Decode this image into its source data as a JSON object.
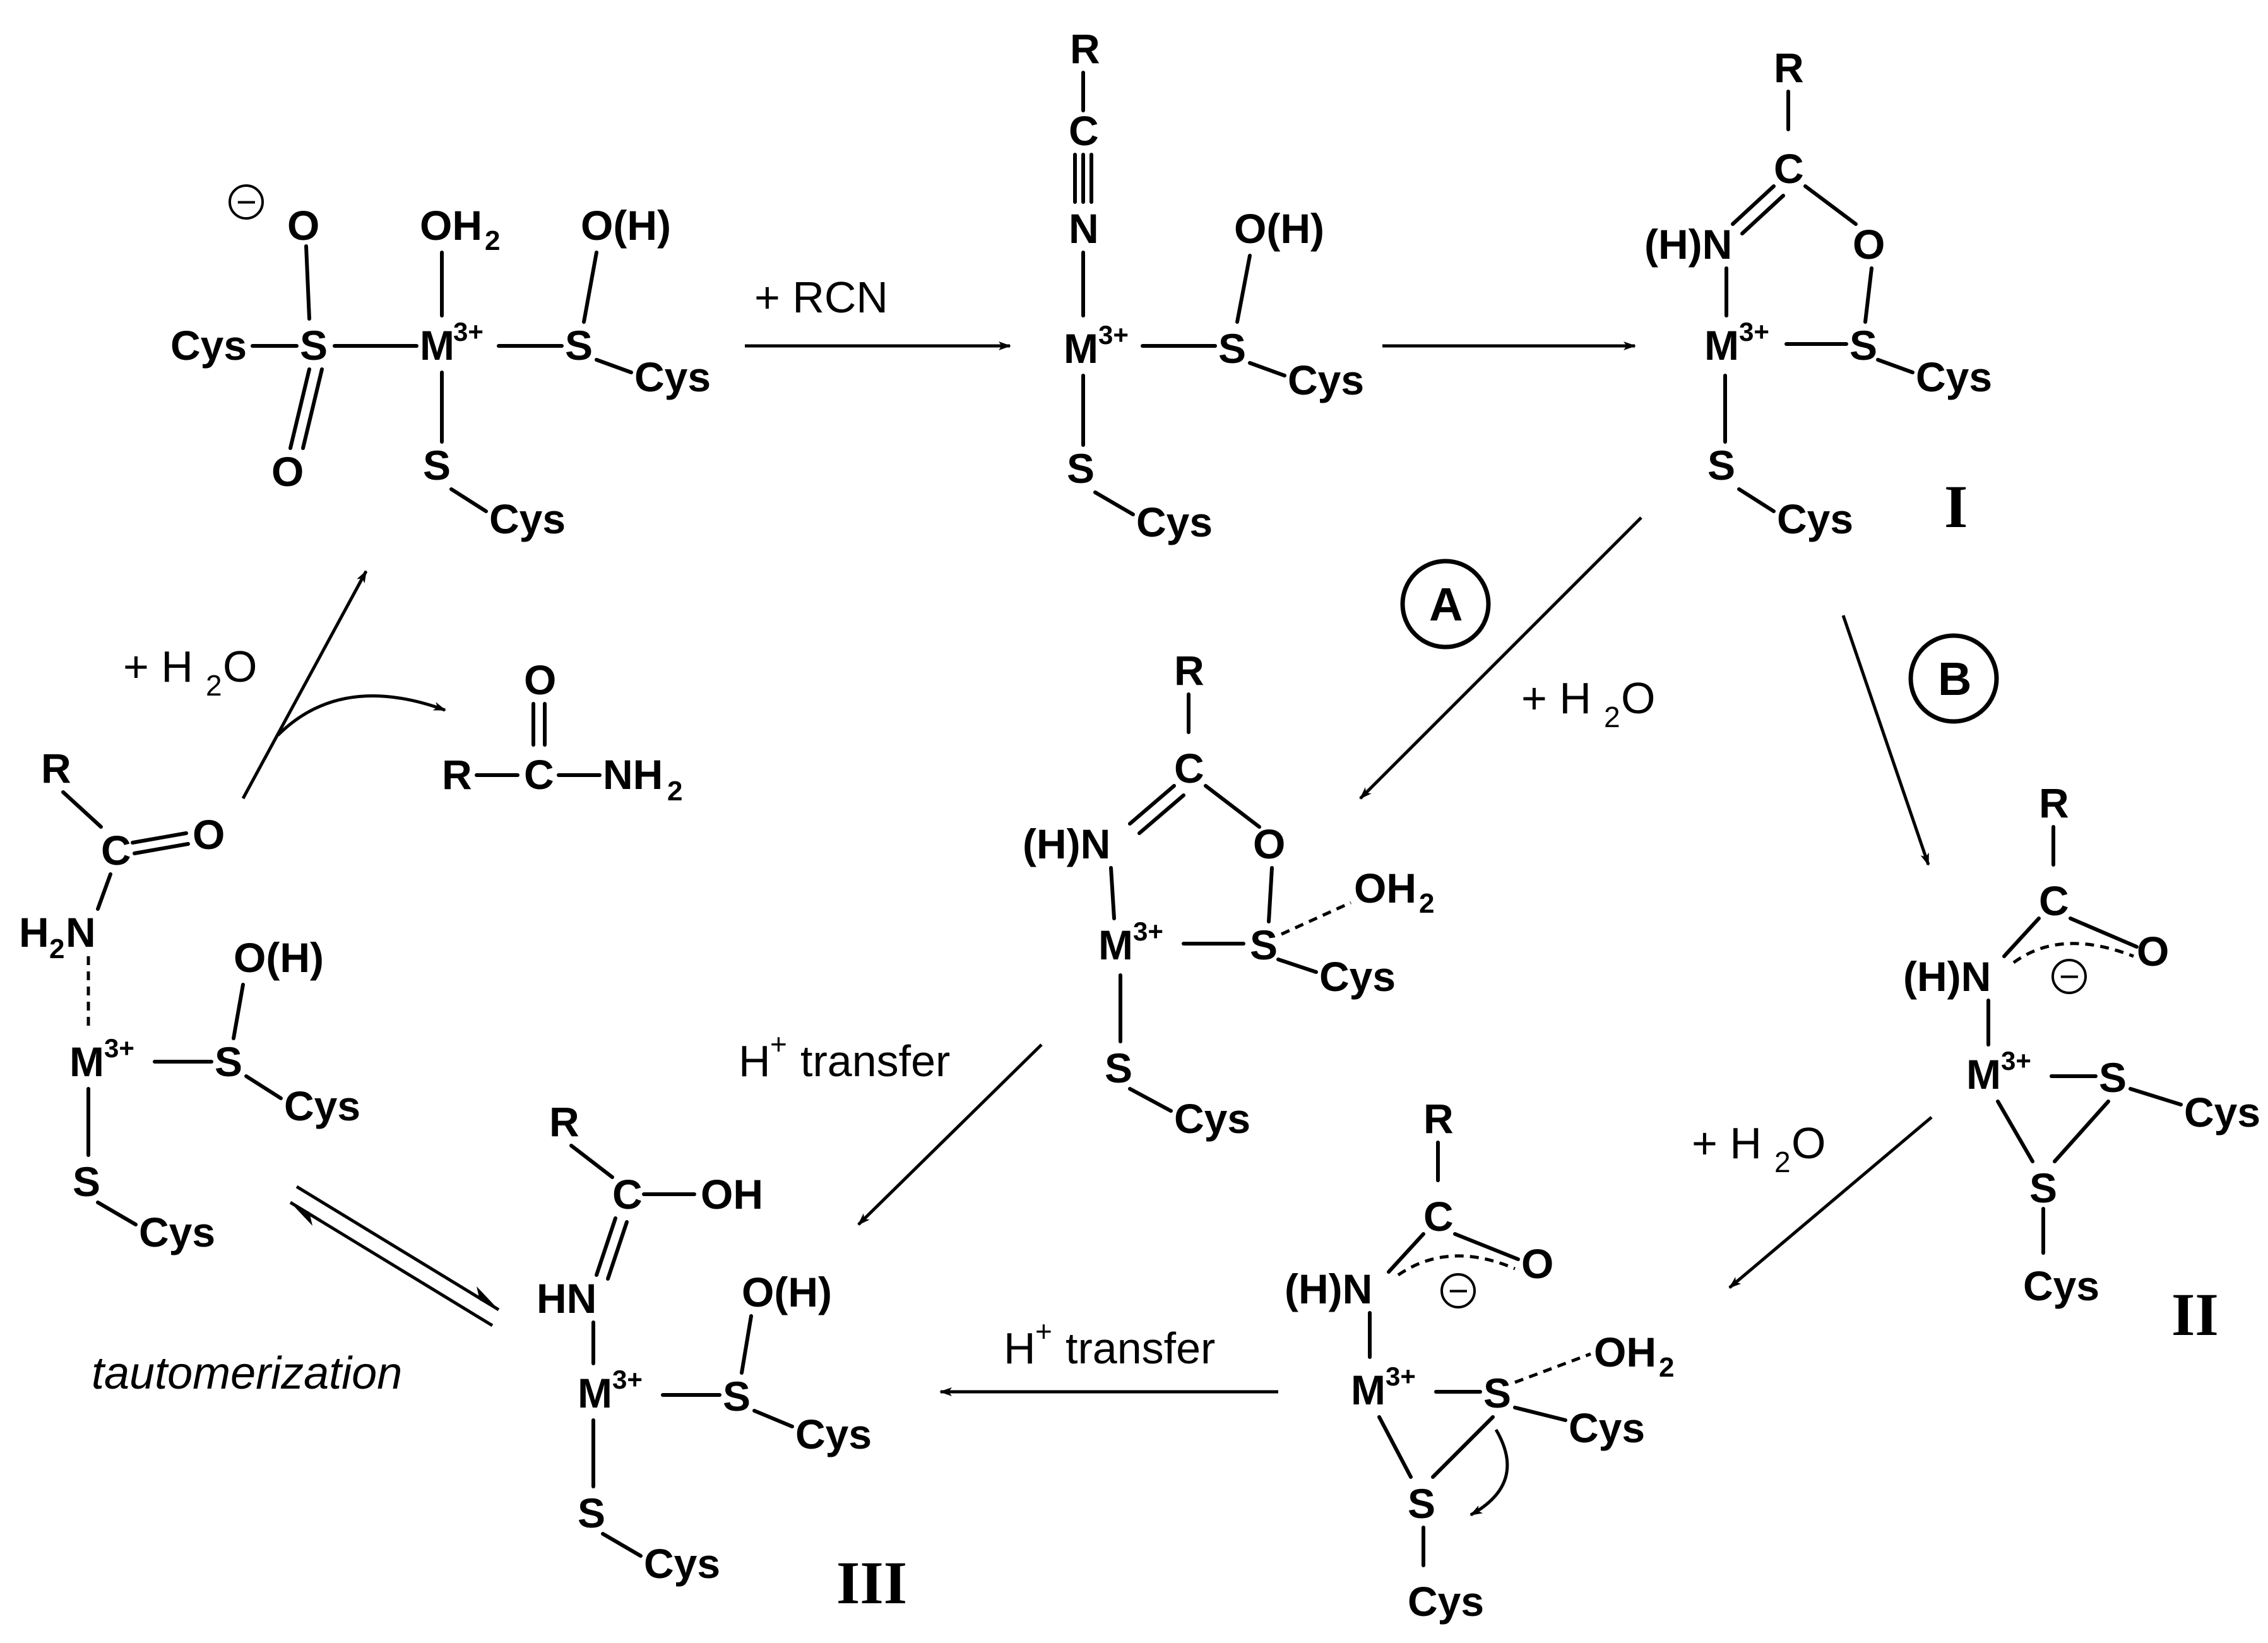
{
  "diagram": {
    "atoms": {
      "cys": "Cys",
      "s": "S",
      "o": "O",
      "oh2": "OH",
      "oh_h": "O(H)",
      "m": "M",
      "m_charge": "3+",
      "r": "R",
      "c": "C",
      "n": "N",
      "hn_paren": "(H)N",
      "hn": "HN",
      "h2n": "H",
      "n_tail": "N",
      "oh": "OH",
      "nh2": "NH",
      "sub2": "2",
      "minus": "−"
    },
    "reagents": {
      "add_rcn": "+ RCN",
      "add_water": "+ H",
      "water_tail": "O",
      "h_transfer": "transfer",
      "h": "H",
      "plus": "+"
    },
    "pathways": [
      "A",
      "B"
    ],
    "intermediates": [
      "I",
      "II",
      "III"
    ],
    "tautomerization": "tautomerization"
  }
}
